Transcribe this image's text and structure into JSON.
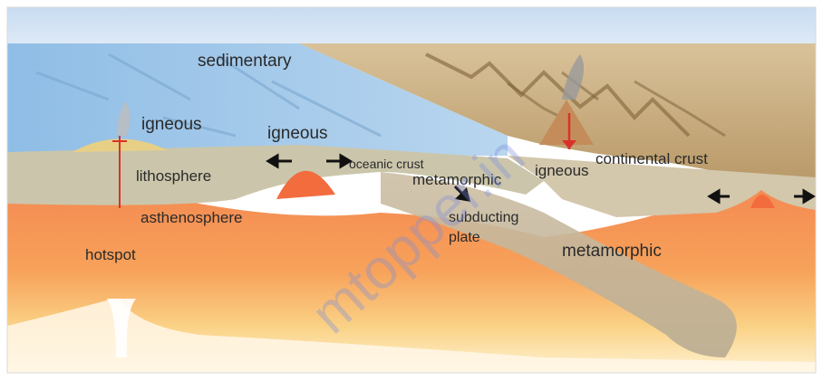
{
  "labels": {
    "sedimentary": "sedimentary",
    "igneous_hotspot": "igneous",
    "igneous_ridge": "igneous",
    "igneous_volcano": "igneous",
    "lithosphere": "lithosphere",
    "asthenosphere": "asthenosphere",
    "hotspot": "hotspot",
    "oceanic_crust": "oceanic crust",
    "metamorphic_upper": "metamorphic",
    "metamorphic_lower": "metamorphic",
    "continental_crust": "continental crust",
    "subducting_plate_line1": "subducting",
    "subducting_plate_line2": "plate"
  },
  "watermark": "mtopper.in",
  "colors": {
    "ocean": "#9cc3e6",
    "lithosphere": "#c9c4a8",
    "asthenosphere": "#f47d45",
    "mantle_light": "#f9c87a",
    "land": "#c7a977",
    "magma": "#d9322a"
  }
}
